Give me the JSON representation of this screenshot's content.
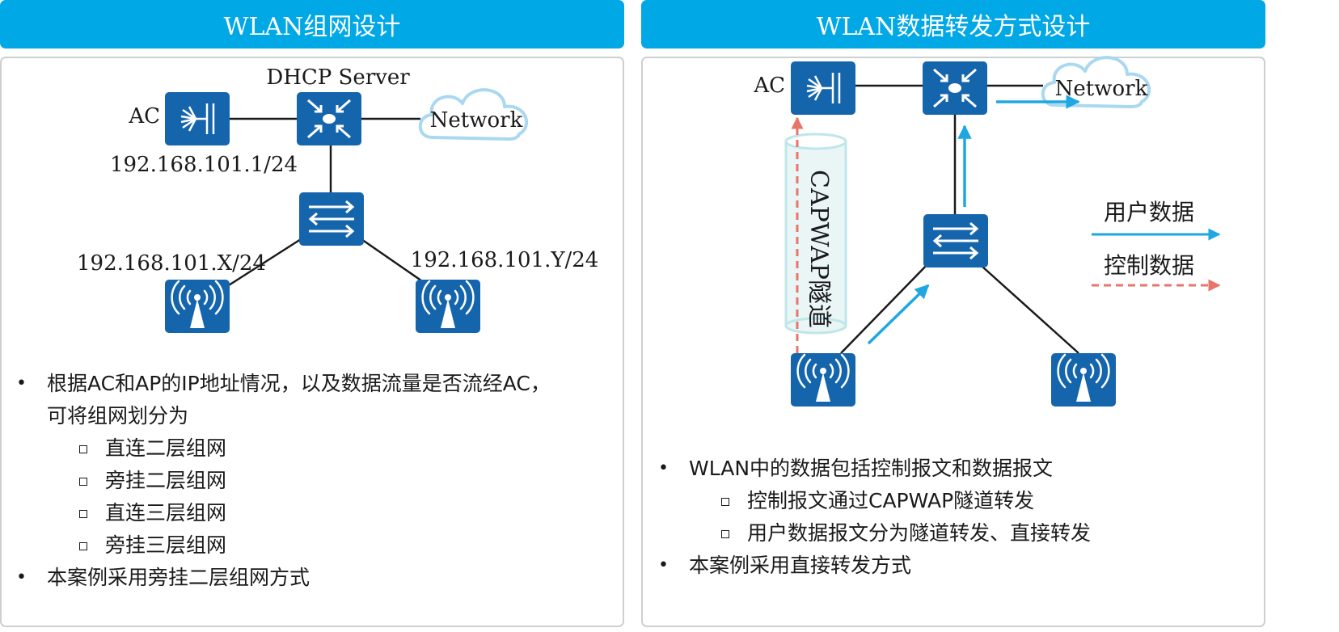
{
  "left_panel": {
    "title": "WLAN组网设计",
    "labels": {
      "dhcp_server": "DHCP Server",
      "ac": "AC",
      "network": "Network",
      "ac_ip": "192.168.101.1/24",
      "ap1_ip": "192.168.101.X/24",
      "ap2_ip": "192.168.101.Y/24"
    },
    "bullets": [
      {
        "level": 1,
        "lines": [
          "根据AC和AP的IP地址情况，以及数据流量是否流经AC，",
          "可将组网划分为"
        ]
      },
      {
        "level": 2,
        "lines": [
          "直连二层组网"
        ]
      },
      {
        "level": 2,
        "lines": [
          "旁挂二层组网"
        ]
      },
      {
        "level": 2,
        "lines": [
          "直连三层组网"
        ]
      },
      {
        "level": 2,
        "lines": [
          "旁挂三层组网"
        ]
      },
      {
        "level": 1,
        "lines": [
          "本案例采用旁挂二层组网方式"
        ]
      }
    ]
  },
  "right_panel": {
    "title": "WLAN数据转发方式设计",
    "labels": {
      "ac": "AC",
      "network": "Network",
      "tunnel": "CAPWAP隧道",
      "legend_user": "用户数据",
      "legend_control": "控制数据"
    },
    "bullets": [
      {
        "level": 1,
        "lines": [
          "WLAN中的数据包括控制报文和数据报文"
        ]
      },
      {
        "level": 2,
        "lines": [
          "控制报文通过CAPWAP隧道转发"
        ]
      },
      {
        "level": 2,
        "lines": [
          "用户数据报文分为隧道转发、直接转发"
        ]
      },
      {
        "level": 1,
        "lines": [
          "本案例采用直接转发方式"
        ]
      }
    ]
  },
  "colors": {
    "header": "#00a8e6",
    "device": "#1565ad",
    "user_data_arrow": "#1ea7e1",
    "control_data_arrow": "#e8756a",
    "cloud_outline": "#a9d8f0"
  }
}
